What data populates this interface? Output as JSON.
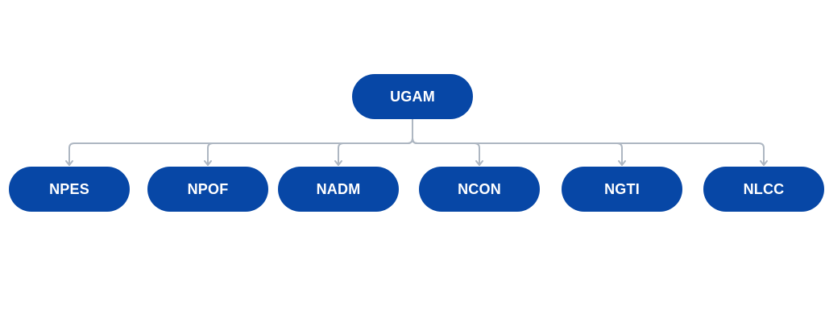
{
  "diagram": {
    "root": {
      "label": "UGAM"
    },
    "children": [
      {
        "label": "NPES"
      },
      {
        "label": "NPOF"
      },
      {
        "label": "NADM"
      },
      {
        "label": "NCON"
      },
      {
        "label": "NGTI"
      },
      {
        "label": "NLCC"
      }
    ]
  },
  "colors": {
    "node_fill": "#0747A6",
    "node_text": "#FFFFFF",
    "connector": "#AEB7C2"
  }
}
